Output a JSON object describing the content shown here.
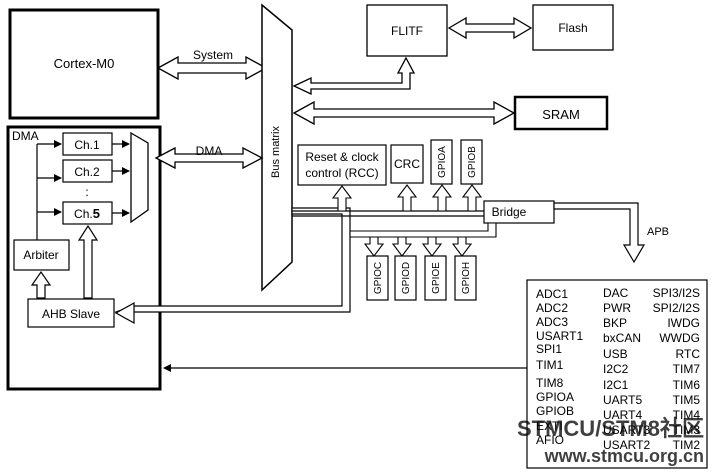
{
  "blocks": {
    "cortex": "Cortex-M0",
    "flitf": "FLITF",
    "flash": "Flash",
    "sram": "SRAM",
    "dma": "DMA",
    "ch1": "Ch.1",
    "ch2": "Ch.2",
    "ch_dots": ":",
    "ch5_prefix": "Ch.",
    "ch5_num": "5",
    "arbiter": "Arbiter",
    "ahb_slave": "AHB Slave",
    "bus_matrix": "Bus matrix",
    "rcc_line1": "Reset & clock",
    "rcc_line2": "control (RCC)",
    "crc": "CRC",
    "gpioa": "GPIOA",
    "gpiob": "GPIOB",
    "gpioc": "GPIOC",
    "gpiod": "GPIOD",
    "gpioe": "GPIOE",
    "gpioh": "GPIOH",
    "bridge": "Bridge"
  },
  "buses": {
    "system": "System",
    "dma": "DMA",
    "apb": "APB"
  },
  "apb_peripherals": {
    "col1": [
      "ADC1",
      "ADC2",
      "ADC3",
      "USART1",
      "SPI1",
      "TIM1",
      "TIM8",
      "GPIOA",
      "GPIOB",
      "EXTI",
      "AFIO"
    ],
    "col2": [
      "DAC",
      "PWR",
      "BKP",
      "bxCAN",
      "USB",
      "I2C2",
      "I2C1",
      "UART5",
      "UART4",
      "USART3",
      "USART2"
    ],
    "col3": [
      "SPI3/I2S",
      "SPI2/I2S",
      "IWDG",
      "WWDG",
      "RTC",
      "TIM7",
      "TIM6",
      "TIM5",
      "TIM4",
      "TIM3",
      "TIM2"
    ]
  },
  "watermark": {
    "line1": "STMCU/STM8社区",
    "line2": "www.stmcu.org.cn"
  }
}
